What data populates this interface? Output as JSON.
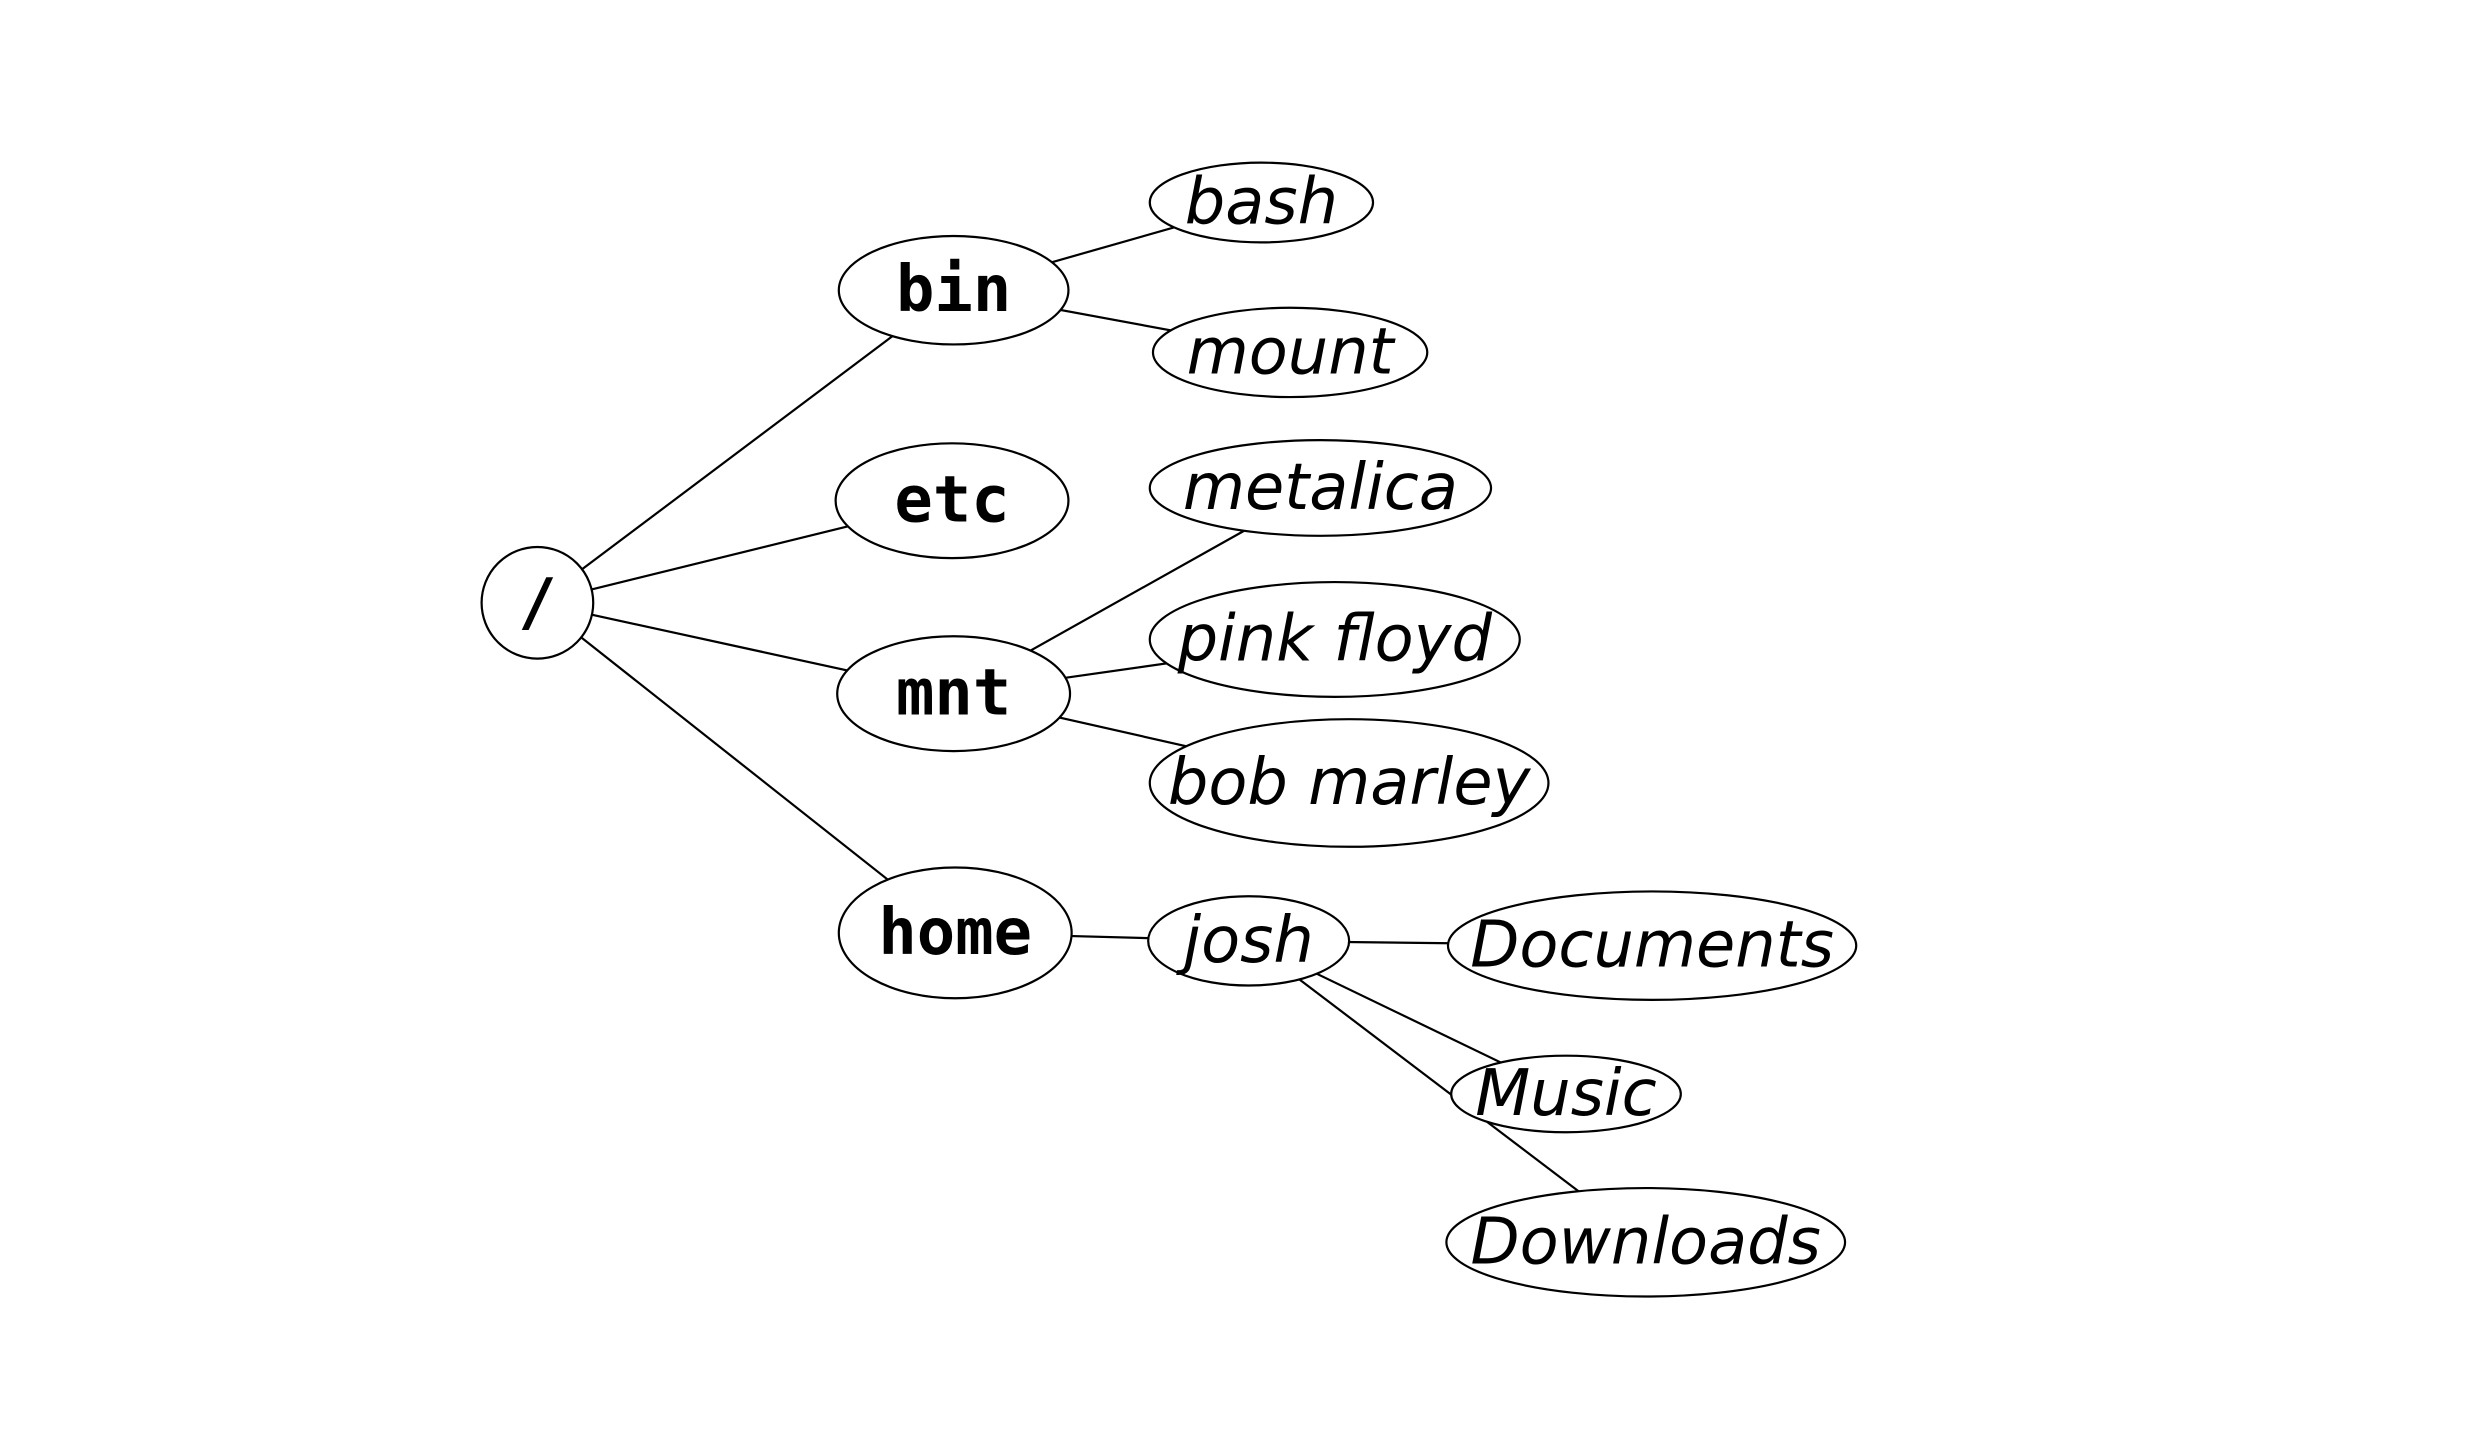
{
  "diagram": {
    "type": "tree",
    "nodes": [
      {
        "id": "root",
        "label": "/",
        "style": "mono"
      },
      {
        "id": "bin",
        "label": "bin",
        "style": "mono"
      },
      {
        "id": "etc",
        "label": "etc",
        "style": "mono"
      },
      {
        "id": "mnt",
        "label": "mnt",
        "style": "mono"
      },
      {
        "id": "home",
        "label": "home",
        "style": "mono"
      },
      {
        "id": "bash",
        "label": "bash",
        "style": "italic"
      },
      {
        "id": "mount",
        "label": "mount",
        "style": "italic"
      },
      {
        "id": "metalica",
        "label": "metalica",
        "style": "italic"
      },
      {
        "id": "pinkfloyd",
        "label": "pink floyd",
        "style": "italic"
      },
      {
        "id": "bobmarley",
        "label": "bob marley",
        "style": "italic"
      },
      {
        "id": "josh",
        "label": "josh",
        "style": "italic"
      },
      {
        "id": "documents",
        "label": "Documents",
        "style": "italic"
      },
      {
        "id": "music",
        "label": "Music",
        "style": "italic"
      },
      {
        "id": "downloads",
        "label": "Downloads",
        "style": "italic"
      }
    ],
    "edges": [
      {
        "from": "root",
        "to": "bin"
      },
      {
        "from": "root",
        "to": "etc"
      },
      {
        "from": "root",
        "to": "mnt"
      },
      {
        "from": "root",
        "to": "home"
      },
      {
        "from": "bin",
        "to": "bash"
      },
      {
        "from": "bin",
        "to": "mount"
      },
      {
        "from": "mnt",
        "to": "metalica"
      },
      {
        "from": "mnt",
        "to": "pinkfloyd"
      },
      {
        "from": "mnt",
        "to": "bobmarley"
      },
      {
        "from": "home",
        "to": "josh"
      },
      {
        "from": "josh",
        "to": "documents"
      },
      {
        "from": "josh",
        "to": "music"
      },
      {
        "from": "josh",
        "to": "downloads"
      }
    ],
    "colors": {
      "stroke": "#000000",
      "fill": "#ffffff",
      "text": "#000000"
    }
  }
}
